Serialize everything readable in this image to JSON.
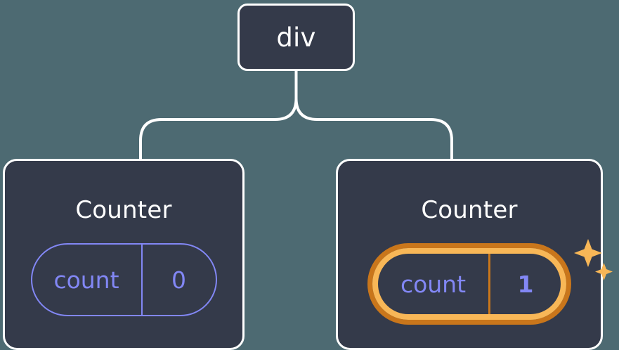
{
  "diagram": {
    "type": "component-tree",
    "background_color": "#4d6a72",
    "node_fill_color": "#343a4a",
    "node_border_color": "#ffffff",
    "accent_state_color": "#8287f5",
    "highlight_outer_color": "#c9761b",
    "highlight_inner_color": "#f8b757",
    "connector_color": "#ffffff"
  },
  "root": {
    "label": "div"
  },
  "children": [
    {
      "title": "Counter",
      "state": {
        "key": "count",
        "value": "0"
      },
      "highlighted": false
    },
    {
      "title": "Counter",
      "state": {
        "key": "count",
        "value": "1"
      },
      "highlighted": true,
      "sparkle_icon": "sparkles-icon"
    }
  ]
}
